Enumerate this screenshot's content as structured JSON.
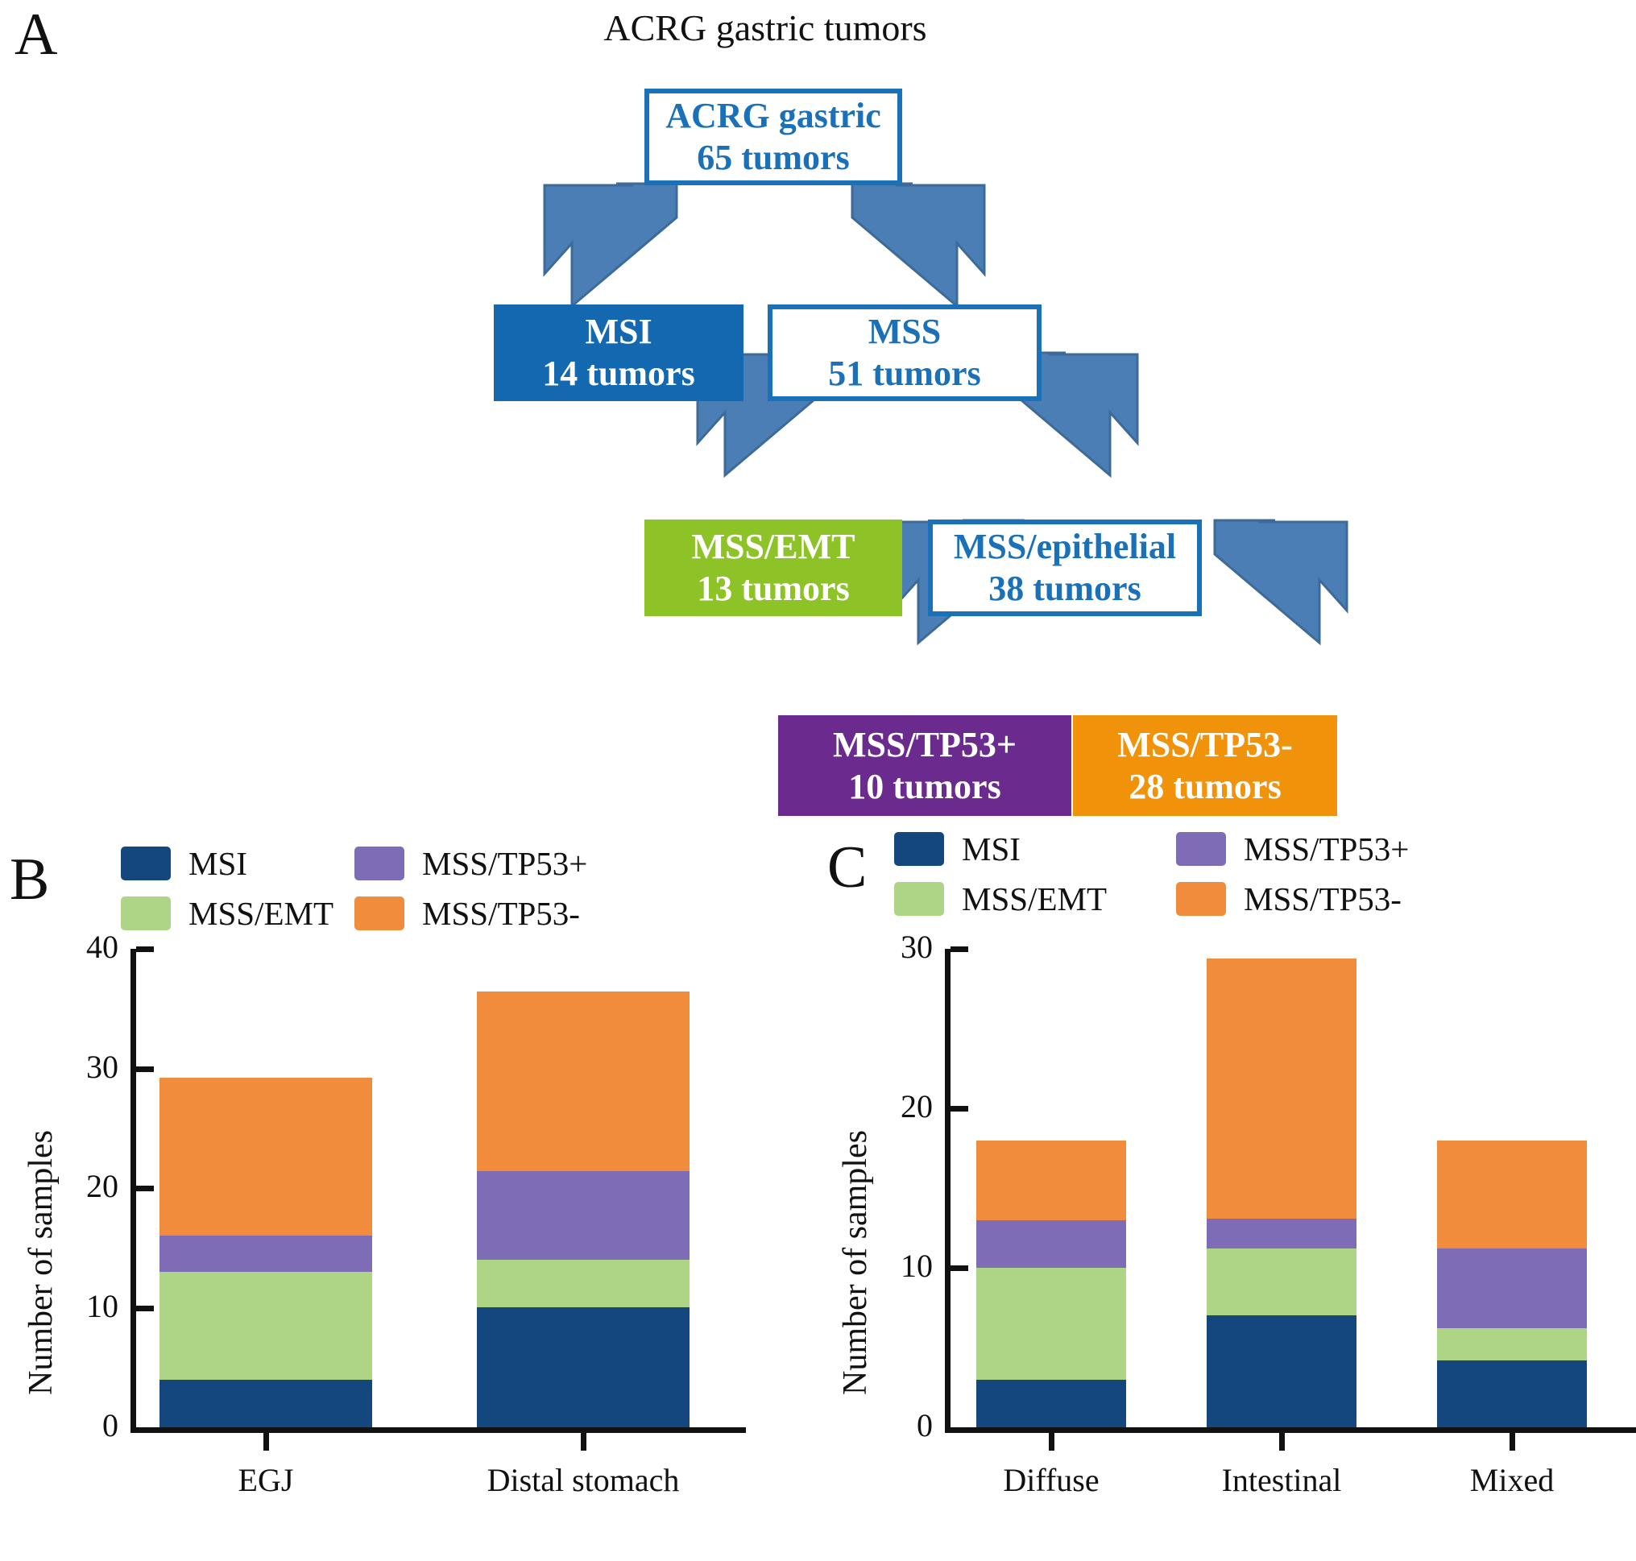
{
  "figure": {
    "title": "ACRG gastric tumors",
    "panels": [
      "A",
      "B",
      "C"
    ]
  },
  "colors": {
    "flow_blue_outline": "#1A71B8",
    "flow_blue_fill": "#1468B0",
    "flow_green": "#8DC327",
    "flow_purple": "#6B2A8E",
    "flow_orange": "#F0920A",
    "arrow": "#4A7EB5",
    "msi": "#14477D",
    "mss_emt": "#AED586",
    "mss_tp53_pos": "#7F6CB7",
    "mss_tp53_neg": "#F08C3C"
  },
  "flowchart": {
    "nodes": [
      {
        "id": "root",
        "line1": "ACRG gastric",
        "line2": "65 tumors",
        "style": "outline"
      },
      {
        "id": "msi",
        "line1": "MSI",
        "line2": "14 tumors",
        "style": "fill-blue"
      },
      {
        "id": "mss",
        "line1": "MSS",
        "line2": "51 tumors",
        "style": "outline"
      },
      {
        "id": "mss_emt",
        "line1": "MSS/EMT",
        "line2": "13 tumors",
        "style": "fill-green"
      },
      {
        "id": "mss_epi",
        "line1": "MSS/epithelial",
        "line2": "38 tumors",
        "style": "outline"
      },
      {
        "id": "mss_tp53p",
        "line1": "MSS/TP53+",
        "line2": "10 tumors",
        "style": "fill-purple"
      },
      {
        "id": "mss_tp53n",
        "line1": "MSS/TP53-",
        "line2": "28 tumors",
        "style": "fill-orange"
      }
    ]
  },
  "legend_entries": [
    {
      "label": "MSI",
      "color": "#14477D"
    },
    {
      "label": "MSS/EMT",
      "color": "#AED586"
    },
    {
      "label": "MSS/TP53+",
      "color": "#7F6CB7"
    },
    {
      "label": "MSS/TP53-",
      "color": "#F08C3C"
    }
  ],
  "chart_data": [
    {
      "panel": "B",
      "type": "bar",
      "stacked": true,
      "title": "",
      "xlabel": "",
      "ylabel": "Number of samples",
      "categories": [
        "EGJ",
        "Distal stomach"
      ],
      "yticks": [
        0,
        10,
        20,
        30,
        40
      ],
      "ylim": [
        0,
        40
      ],
      "grid": false,
      "legend_position": "top",
      "series": [
        {
          "name": "MSI",
          "color": "#14477D",
          "values": [
            4,
            10
          ]
        },
        {
          "name": "MSS/EMT",
          "color": "#AED586",
          "values": [
            9,
            4
          ]
        },
        {
          "name": "MSS/TP53+",
          "color": "#7F6CB7",
          "values": [
            3,
            7.4
          ]
        },
        {
          "name": "MSS/TP53-",
          "color": "#F08C3C",
          "values": [
            13.2,
            15
          ]
        }
      ],
      "totals": [
        29.2,
        36.4
      ]
    },
    {
      "panel": "C",
      "type": "bar",
      "stacked": true,
      "title": "",
      "xlabel": "",
      "ylabel": "Number of samples",
      "categories": [
        "Diffuse",
        "Intestinal",
        "Mixed"
      ],
      "yticks": [
        0,
        10,
        20,
        30
      ],
      "ylim": [
        0,
        30
      ],
      "grid": false,
      "legend_position": "top",
      "series": [
        {
          "name": "MSI",
          "color": "#14477D",
          "values": [
            3,
            7,
            4.2
          ]
        },
        {
          "name": "MSS/EMT",
          "color": "#AED586",
          "values": [
            7,
            4.2,
            2
          ]
        },
        {
          "name": "MSS/TP53+",
          "color": "#7F6CB7",
          "values": [
            3,
            1.9,
            5
          ]
        },
        {
          "name": "MSS/TP53-",
          "color": "#F08C3C",
          "values": [
            5,
            16.3,
            6.8
          ]
        }
      ],
      "totals": [
        18,
        29.4,
        18
      ]
    }
  ]
}
